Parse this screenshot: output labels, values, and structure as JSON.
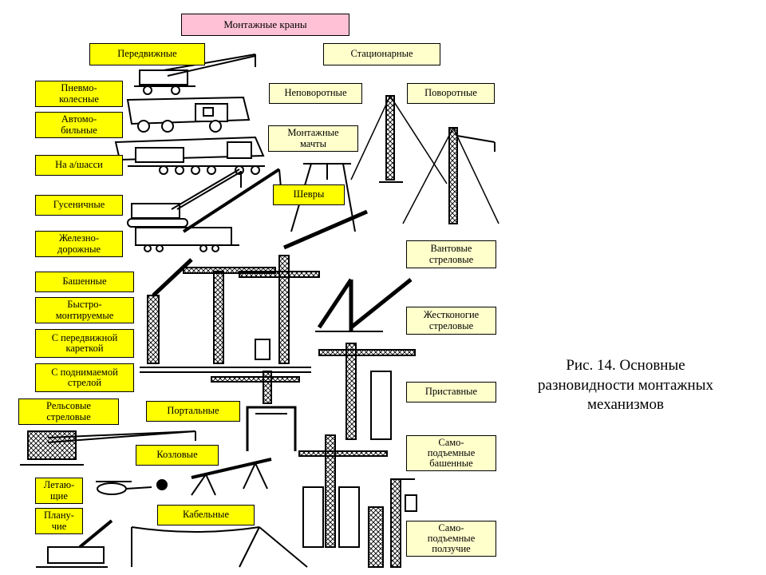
{
  "title": "Монтажные краны",
  "categories": {
    "mobile": "Передвижные",
    "stationary": "Стационарные",
    "non_rotating": "Неповоротные",
    "rotating": "Поворотные"
  },
  "mobile_types": {
    "pneumatic": "Пневмо-\nколесные",
    "auto": "Автомо-\nбильные",
    "chassis": "На а/шасси",
    "crawler": "Гусеничные",
    "rail": "Железно-\nдорожные",
    "tower": "Башенные",
    "quick": "Быстро-\nмонтируемые",
    "carriage": "С передвижной\nкареткой",
    "raised_boom": "С поднимаемой\nстрелой",
    "rail_boom": "Рельсовые\nстреловые",
    "portal": "Портальные",
    "gantry": "Козловые",
    "flying": "Летаю-\nщие",
    "floating": "Плану-\nчие",
    "cable": "Кабельные"
  },
  "stationary_types": {
    "masts": "Монтажные\nмачты",
    "shears": "Шевры",
    "guyed": "Вантовые\nстреловые",
    "rigid": "Жестконогие\nстреловые",
    "attached": "Приставные",
    "self_tower": "Само-\nподъемные\nбашенные",
    "self_crawl": "Само-\nподъемные\nползучие"
  },
  "caption": "Рис. 14. Основные разновидности монтажных механизмов"
}
